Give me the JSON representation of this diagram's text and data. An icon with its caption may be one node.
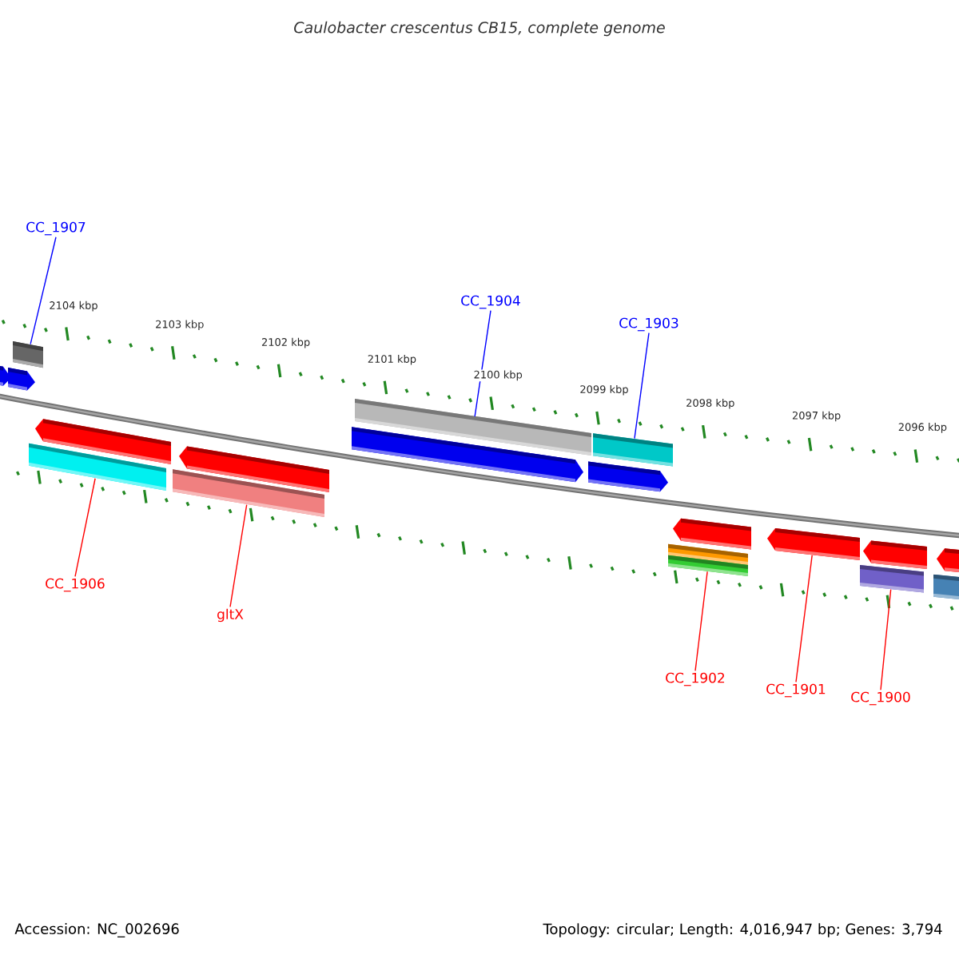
{
  "diagram": {
    "title": "Caulobacter crescentus CB15, complete genome",
    "nodes": [
      {
        "text": [
          "CC_1907"
        ]
      },
      {
        "text": [],
        "shape": "bar"
      },
      {
        "text": [
          "CC_1904"
        ]
      },
      {
        "text": [],
        "shape": "bar"
      },
      {
        "text": [
          "CC_1903"
        ]
      },
      {
        "text": [],
        "shape": "bar"
      },
      {
        "text": [],
        "shape": "bar"
      },
      {
        "text": [
          "CC_1906"
        ]
      },
      {
        "text": [],
        "shape": "bar"
      },
      {
        "text": [
          "gltX"
        ]
      },
      {
        "text": [],
        "shape": "bar"
      },
      {
        "text": [
          "CC_1902"
        ]
      },
      {
        "text": [],
        "shape": "bar"
      },
      {
        "text": [
          "CC_1901"
        ]
      },
      {
        "text": [],
        "shape": "bar"
      },
      {
        "text": [
          "CC_1900"
        ]
      }
    ],
    "edges": [
      {
        "from": 0,
        "to": 1,
        "arrow": "none",
        "color": "#0000ff"
      },
      {
        "from": 2,
        "to": 3,
        "arrow": "none",
        "color": "#0000ff"
      },
      {
        "from": 4,
        "to": 5,
        "arrow": "none",
        "color": "#0000ff"
      },
      {
        "from": 7,
        "to": 6,
        "arrow": "none"
      },
      {
        "from": 9,
        "to": 8,
        "arrow": "none"
      },
      {
        "from": 11,
        "to": 10,
        "arrow": "none"
      },
      {
        "from": 13,
        "to": 12,
        "arrow": "none"
      },
      {
        "from": 15,
        "to": 14,
        "arrow": "none"
      }
    ],
    "labels": [
      "2104 kbp",
      "2103 kbp",
      "2102 kbp",
      "2101 kbp",
      "2100 kbp",
      "2099 kbp",
      "2098 kbp",
      "2097 kbp",
      "2096 kbp",
      "Accession: NC_002696",
      "Topology: circular; Length: 4,016,947 bp; Genes: 3,794"
    ]
  }
}
